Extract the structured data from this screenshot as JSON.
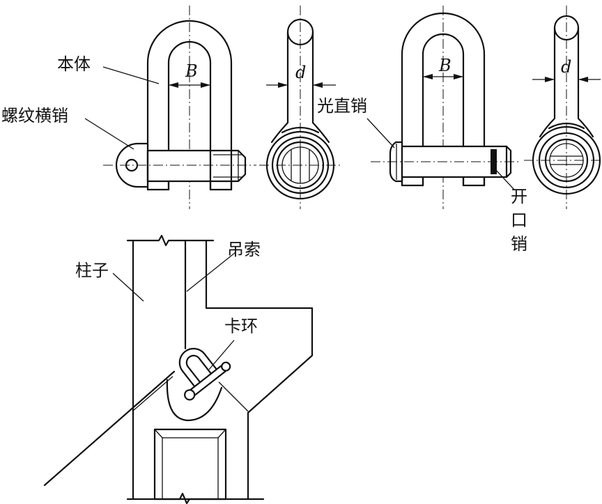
{
  "labels": {
    "body": "本体",
    "threaded_pin": "螺纹横销",
    "plain_pin": "光直销",
    "split_pin": [
      "开",
      "口",
      "销"
    ],
    "column": "柱子",
    "sling": "吊索",
    "shackle": "卡环"
  },
  "dimensions": {
    "width_symbol": "B",
    "diameter_symbol": "d"
  }
}
